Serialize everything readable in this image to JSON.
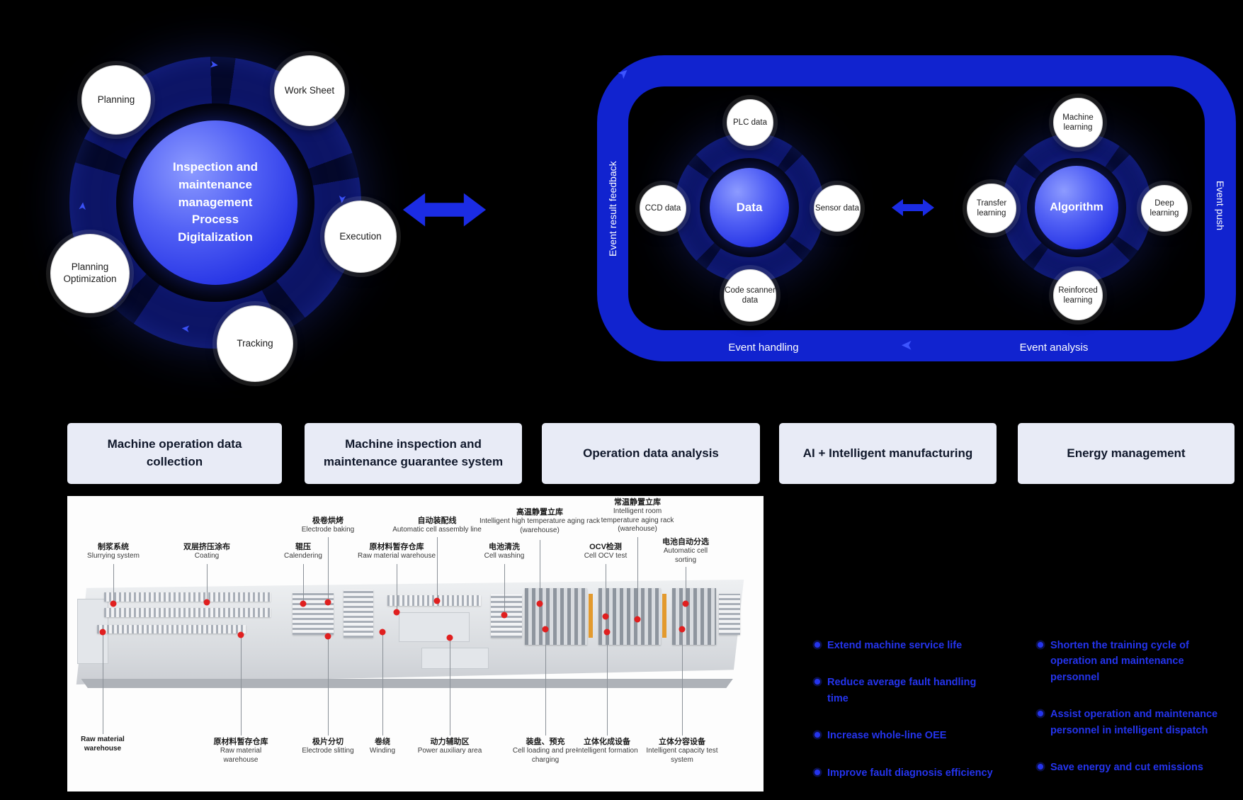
{
  "icons": {
    "flow_arrow": "➤"
  },
  "colors": {
    "accent_blue": "#1b2ce4",
    "loop_border_blue": "#1123cf",
    "deep_navy_ring": "#0d1566",
    "pillar_bg": "#e8ebf6",
    "benefit_text_blue": "#2434ee",
    "marker_red": "#e01f1f"
  },
  "left_cycle": {
    "center_label": "Inspection and maintenance management Process Digitalization",
    "satellites": [
      {
        "label": "Planning"
      },
      {
        "label": "Work Sheet"
      },
      {
        "label": "Execution"
      },
      {
        "label": "Tracking"
      },
      {
        "label": "Planning Optimization"
      }
    ]
  },
  "event_loop": {
    "left_edge_label": "Event result feedback",
    "right_edge_label": "Event push",
    "bottom_left_label": "Event handling",
    "bottom_right_label": "Event analysis",
    "data_hub": {
      "center_label": "Data",
      "satellites": [
        {
          "label": "PLC data"
        },
        {
          "label": "CCD data"
        },
        {
          "label": "Sensor data"
        },
        {
          "label": "Code scanner data"
        }
      ]
    },
    "algorithm_hub": {
      "center_label": "Algorithm",
      "satellites": [
        {
          "label": "Machine learning"
        },
        {
          "label": "Transfer learning"
        },
        {
          "label": "Deep learning"
        },
        {
          "label": "Reinforced learning"
        }
      ]
    }
  },
  "pillars": [
    {
      "label": "Machine operation data collection"
    },
    {
      "label": "Machine inspection and maintenance guarantee system"
    },
    {
      "label": "Operation data analysis"
    },
    {
      "label": "AI + Intelligent manufacturing"
    },
    {
      "label": "Energy management"
    }
  ],
  "floorplan": {
    "top_labels": [
      {
        "cn": "制浆系统",
        "en": "Slurrying system"
      },
      {
        "cn": "双层挤压涂布",
        "en": "Coating"
      },
      {
        "cn": "辊压",
        "en": "Calendering"
      },
      {
        "cn": "极卷烘烤",
        "en": "Electrode baking"
      },
      {
        "cn": "原材料暂存仓库",
        "en": "Raw material warehouse"
      },
      {
        "cn": "自动装配线",
        "en": "Automatic cell assembly line"
      },
      {
        "cn": "电池清洗",
        "en": "Cell washing"
      },
      {
        "cn": "高温静置立库",
        "en": "Intelligent high temperature aging rack (warehouse)"
      },
      {
        "cn": "OCV检测",
        "en": "Cell OCV test"
      },
      {
        "cn": "常温静置立库",
        "en": "Intelligent room temperature aging rack (warehouse)"
      },
      {
        "cn": "电池自动分选",
        "en": "Automatic cell sorting"
      }
    ],
    "bottom_labels": [
      {
        "cn": "",
        "en": "Raw material warehouse"
      },
      {
        "cn": "原材料暂存仓库",
        "en": "Raw material warehouse"
      },
      {
        "cn": "极片分切",
        "en": "Electrode slitting"
      },
      {
        "cn": "卷绕",
        "en": "Winding"
      },
      {
        "cn": "动力辅助区",
        "en": "Power auxiliary area"
      },
      {
        "cn": "装盘、预充",
        "en": "Cell loading and pre-charging"
      },
      {
        "cn": "立体化成设备",
        "en": "Intelligent formation"
      },
      {
        "cn": "立体分容设备",
        "en": "Intelligent capacity test system"
      }
    ]
  },
  "benefits": {
    "column1": [
      {
        "text": "Extend machine service life"
      },
      {
        "text": "Reduce average fault handling time"
      },
      {
        "text": "Increase whole-line OEE"
      },
      {
        "text": "Improve fault diagnosis efficiency"
      }
    ],
    "column2": [
      {
        "text": "Shorten the training cycle of operation and maintenance personnel"
      },
      {
        "text": "Assist operation and maintenance personnel in intelligent dispatch"
      },
      {
        "text": "Save energy and cut emissions"
      }
    ]
  }
}
